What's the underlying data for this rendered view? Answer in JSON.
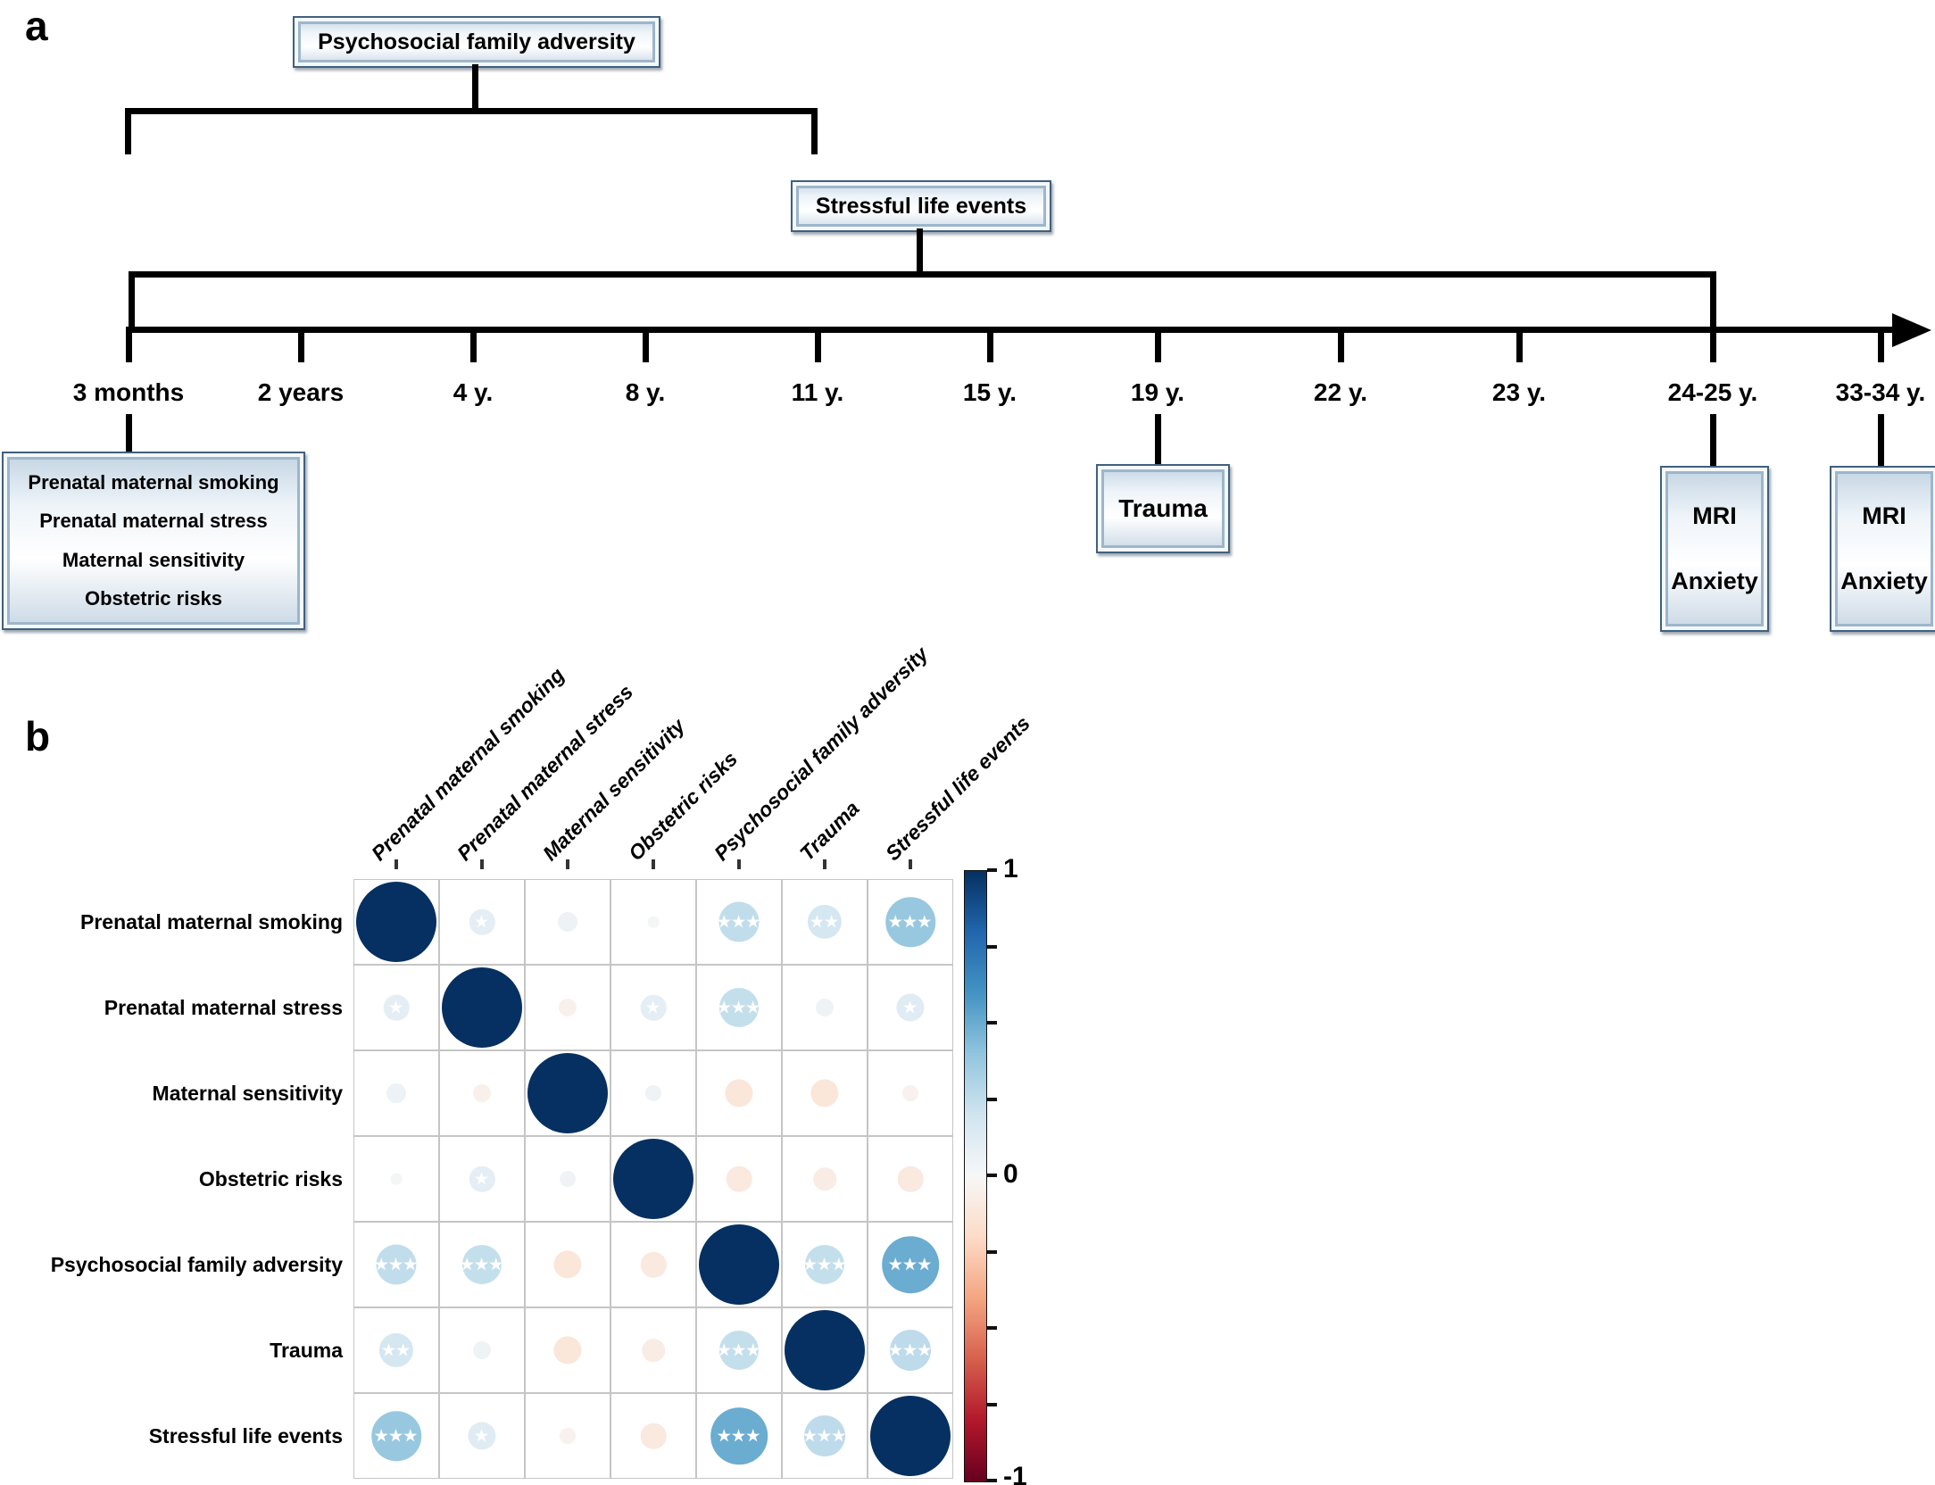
{
  "panel_a": {
    "label": "a",
    "adversity_box_label": "Psychosocial family adversity",
    "life_events_box_label": "Stressful life events",
    "timeline_ticks": [
      {
        "label": "3 months"
      },
      {
        "label": "2 years"
      },
      {
        "label": "4 y."
      },
      {
        "label": "8 y."
      },
      {
        "label": "11 y."
      },
      {
        "label": "15 y."
      },
      {
        "label": "19 y."
      },
      {
        "label": "22 y."
      },
      {
        "label": "23 y."
      },
      {
        "label": "24-25 y."
      },
      {
        "label": "33-34 y."
      }
    ],
    "infancy_measures_box": {
      "lines": [
        "Prenatal maternal smoking",
        "Prenatal maternal stress",
        "Maternal sensitivity",
        "Obstetric risks"
      ]
    },
    "trauma_box_label": "Trauma",
    "mri_box_24_25": {
      "line1": "MRI",
      "line2": "Anxiety"
    },
    "mri_box_33_34": {
      "line1": "MRI",
      "line2": "Anxiety"
    }
  },
  "panel_b": {
    "label": "b"
  },
  "chart_data": {
    "type": "heatmap",
    "variant": "correlation-matrix-circles",
    "title": "",
    "xlabel": "",
    "ylabel": "",
    "grid": true,
    "legend_position": "right",
    "categories": [
      "Prenatal maternal smoking",
      "Prenatal maternal stress",
      "Maternal sensitivity",
      "Obstetric risks",
      "Psychosocial family adversity",
      "Trauma",
      "Stressful life events"
    ],
    "matrix": [
      [
        1.0,
        0.1,
        0.06,
        0.02,
        0.25,
        0.18,
        0.38
      ],
      [
        0.1,
        1.0,
        -0.05,
        0.1,
        0.24,
        0.05,
        0.12
      ],
      [
        0.06,
        -0.05,
        1.0,
        0.04,
        -0.12,
        -0.12,
        -0.04
      ],
      [
        0.02,
        0.1,
        0.04,
        1.0,
        -0.1,
        -0.08,
        -0.1
      ],
      [
        0.25,
        0.24,
        -0.12,
        -0.1,
        1.0,
        0.24,
        0.5
      ],
      [
        0.18,
        0.05,
        -0.12,
        -0.08,
        0.24,
        1.0,
        0.26
      ],
      [
        0.38,
        0.12,
        -0.04,
        -0.1,
        0.5,
        0.26,
        1.0
      ]
    ],
    "significance": [
      [
        "",
        "*",
        "",
        "",
        "***",
        "**",
        "***"
      ],
      [
        "*",
        "",
        "",
        "*",
        "***",
        "",
        "*"
      ],
      [
        "",
        "",
        "",
        "",
        "",
        "",
        ""
      ],
      [
        "",
        "*",
        "",
        "",
        "",
        "",
        ""
      ],
      [
        "***",
        "***",
        "",
        "",
        "",
        "***",
        "***"
      ],
      [
        "**",
        "",
        "",
        "",
        "***",
        "",
        "***"
      ],
      [
        "***",
        "*",
        "",
        "",
        "***",
        "***",
        ""
      ]
    ],
    "colorbar": {
      "max_label": "1",
      "mid_label": "0",
      "min_label": "-1",
      "range": [
        -1,
        1
      ],
      "palette": "RdBu",
      "palette_stops": [
        {
          "value": -1.0,
          "color": "#67001f"
        },
        {
          "value": -0.8,
          "color": "#b2182b"
        },
        {
          "value": -0.6,
          "color": "#d6604d"
        },
        {
          "value": -0.4,
          "color": "#f4a582"
        },
        {
          "value": -0.2,
          "color": "#fddbc7"
        },
        {
          "value": 0.0,
          "color": "#f7f7f7"
        },
        {
          "value": 0.2,
          "color": "#d1e5f0"
        },
        {
          "value": 0.4,
          "color": "#92c5de"
        },
        {
          "value": 0.6,
          "color": "#4393c3"
        },
        {
          "value": 0.8,
          "color": "#2166ac"
        },
        {
          "value": 1.0,
          "color": "#053061"
        }
      ]
    }
  }
}
